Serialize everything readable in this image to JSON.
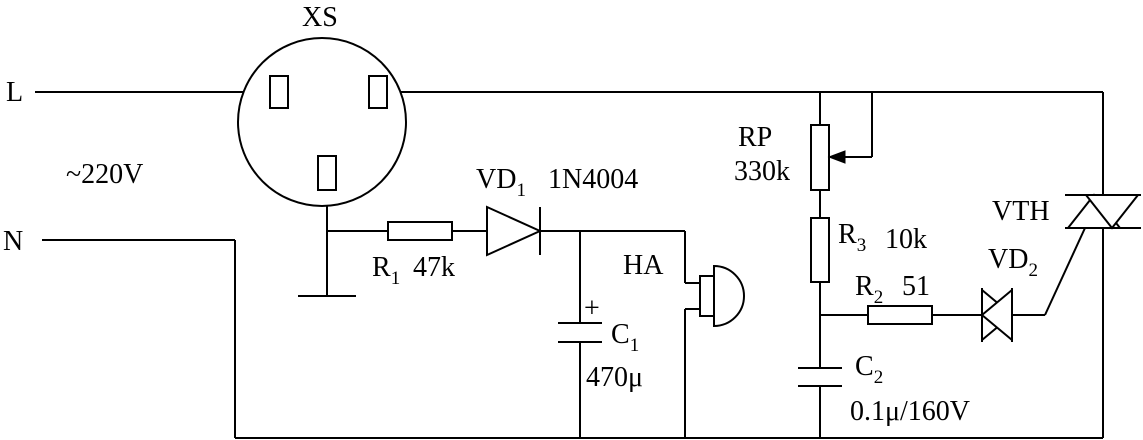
{
  "labels": {
    "xs": "XS",
    "line": "L",
    "neutral": "N",
    "voltage": "~220V",
    "vd1_main": "VD",
    "vd1_sub": "1",
    "vd1_part": "1N4004",
    "r1_main": "R",
    "r1_sub": "1",
    "r1_val": "47k",
    "ha": "HA",
    "c1_plus": "+",
    "c1_main": "C",
    "c1_sub": "1",
    "c1_val": "470μ",
    "rp": "RP",
    "rp_val": "330k",
    "r3_main": "R",
    "r3_sub": "3",
    "r3_val": "10k",
    "r2_main": "R",
    "r2_sub": "2",
    "r2_val": "51",
    "c2_main": "C",
    "c2_sub": "2",
    "c2_val": "0.1μ/160V",
    "vth": "VTH",
    "vd2_main": "VD",
    "vd2_sub": "2"
  }
}
